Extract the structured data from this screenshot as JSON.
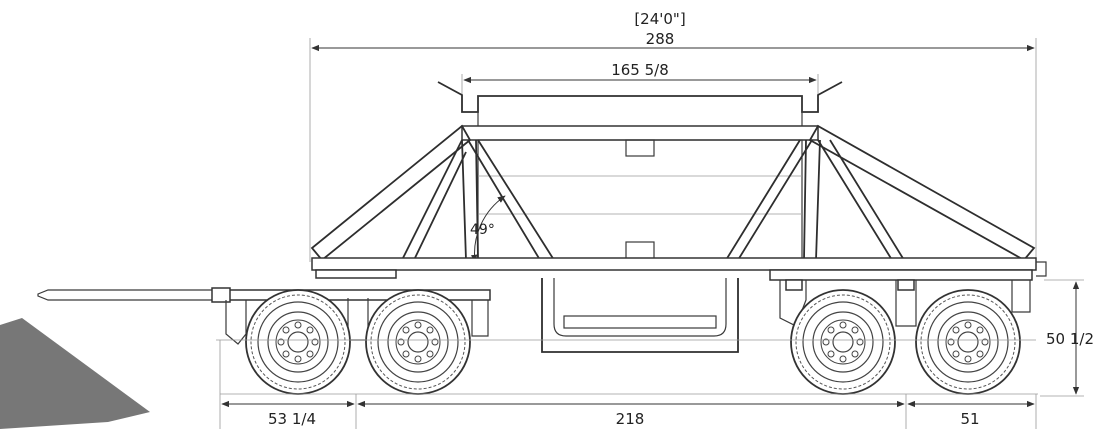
{
  "dimensions": {
    "overall_length_imperial": "[24'0\"]",
    "overall_length": "288",
    "top_opening": "165 5/8",
    "slope_angle": "49°",
    "height": "50 1/2",
    "front_overhang": "53 1/4",
    "axle_spread": "218",
    "rear_overhang": "51"
  },
  "colors": {
    "line": "#3a3a3a",
    "background": "#ffffff",
    "ground_wedge": "#777777"
  },
  "icons": [
    "belly-dump-trailer-drawing",
    "tire-icon",
    "drawbar-icon"
  ]
}
